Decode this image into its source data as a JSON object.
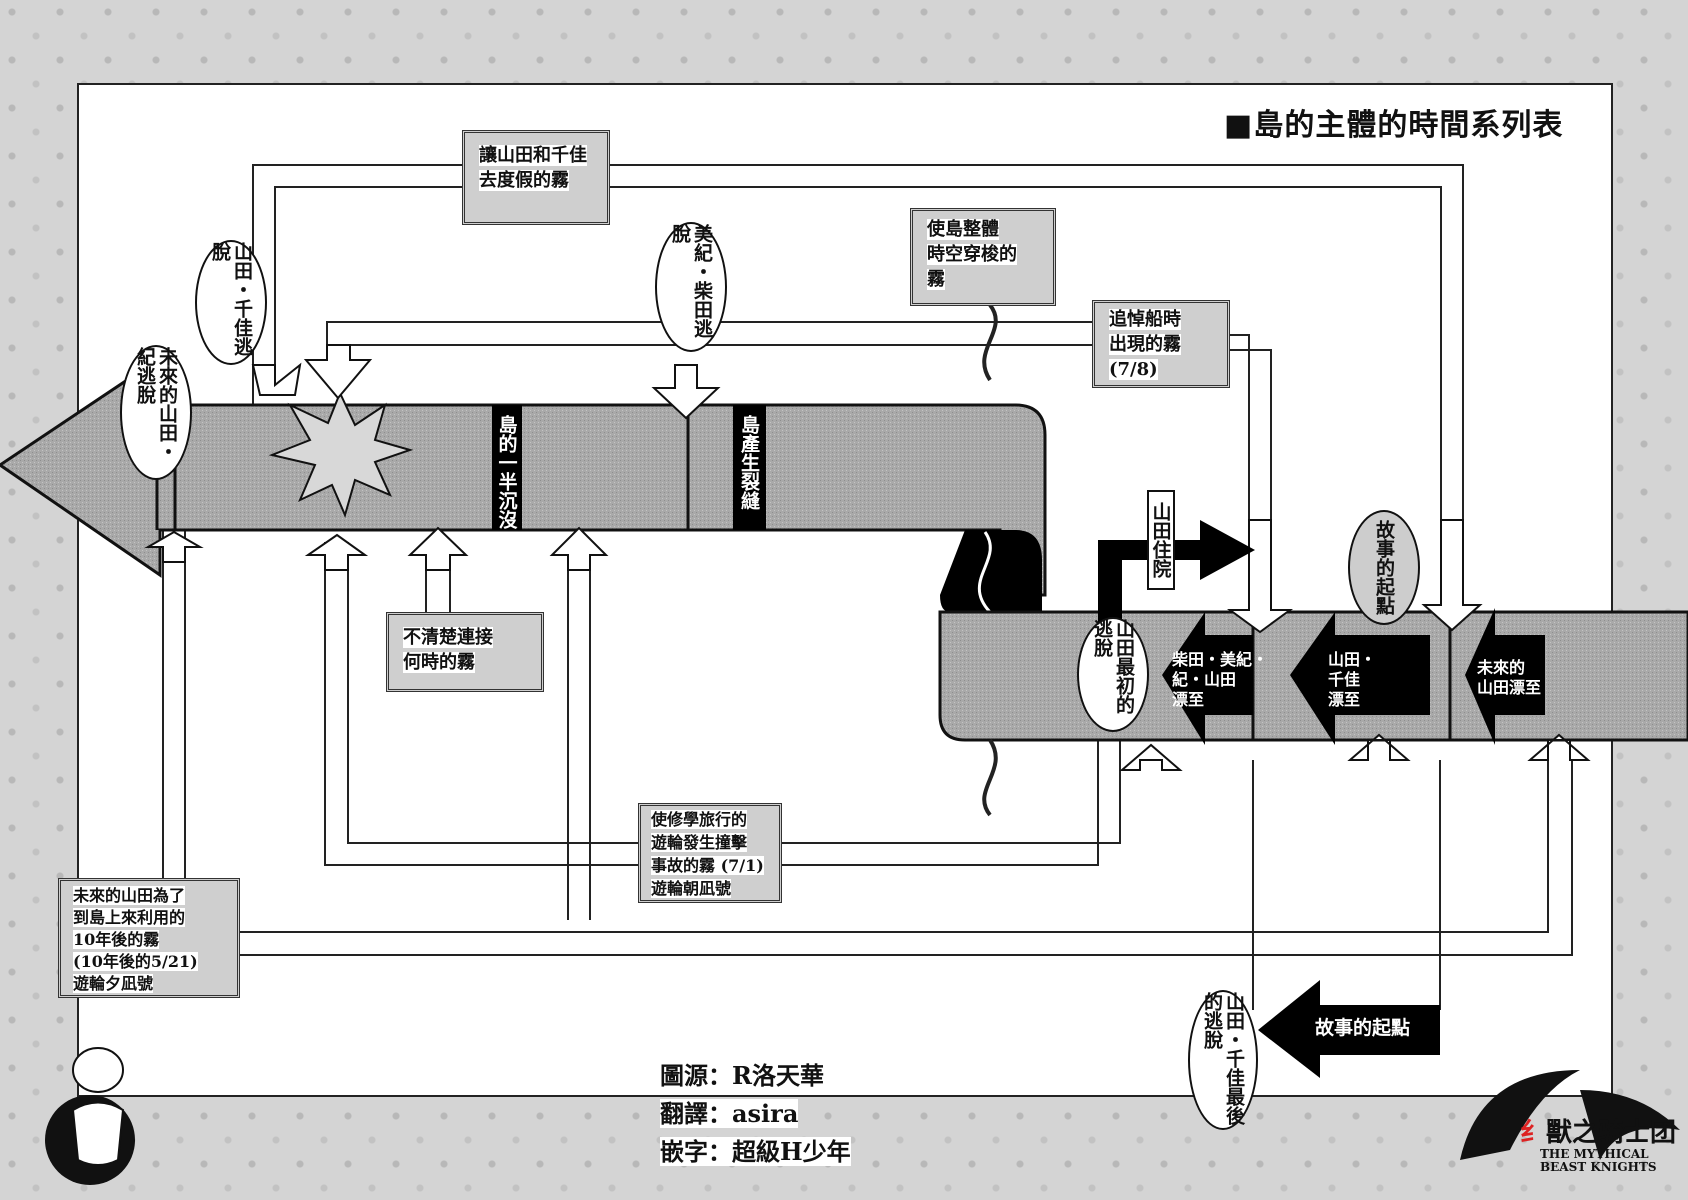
{
  "title": "■島的主體的時間系列表",
  "fog_boxes": {
    "vacation": [
      "讓山田和千佳",
      "去度假的霧"
    ],
    "timeslip": [
      "使島整體",
      "時空穿梭的",
      "霧"
    ],
    "memorial": [
      "追悼船時",
      "出現的霧",
      "(7/8)"
    ],
    "unclear": [
      "不清楚連接",
      "何時的霧"
    ],
    "school_trip": [
      "使修學旅行的",
      "遊輪發生撞擊",
      "事故的霧 (7/1)",
      "遊輪朝凪號"
    ],
    "future": [
      "未來的山田為了",
      "到島上來利用的",
      "10年後的霧",
      "(10年後的5/21)",
      "遊輪夕凪號"
    ]
  },
  "ovals": {
    "future_yamada_escape": "未來的山田・紀逃脫",
    "yamada_chika_escape": "山田・千佳逃脫",
    "miki_shibata_escape": "美紀・柴田逃脫",
    "yamada_first_escape": "山田最初的逃脫",
    "story_start": "故事的起點",
    "yamada_chika_last_escape": "山田・千佳最後的逃脫"
  },
  "band_labels": {
    "half_sink": "島的一半沉沒",
    "crack": "島產生裂縫",
    "hospital": "山田住院"
  },
  "arrival_arrows": {
    "group": [
      "柴田・美紀・",
      "紀・山田",
      "漂至"
    ],
    "yamada_chika": [
      "山田・",
      "千佳",
      "漂至"
    ],
    "future_yamada": [
      "未來的",
      "山田漂至"
    ]
  },
  "start_arrow": "故事的起點",
  "credits": [
    "圖源：R洛天華",
    "翻譯：asira",
    "嵌字：超級H少年"
  ],
  "logo": {
    "cn_red": "纟",
    "cn": "獸之骑士团",
    "en": [
      "THE MYTHICAL",
      "BEAST KNIGHTS"
    ]
  },
  "colors": {
    "band": "#a9a9a9",
    "ink": "#000000",
    "box": "#cfcfcf"
  }
}
